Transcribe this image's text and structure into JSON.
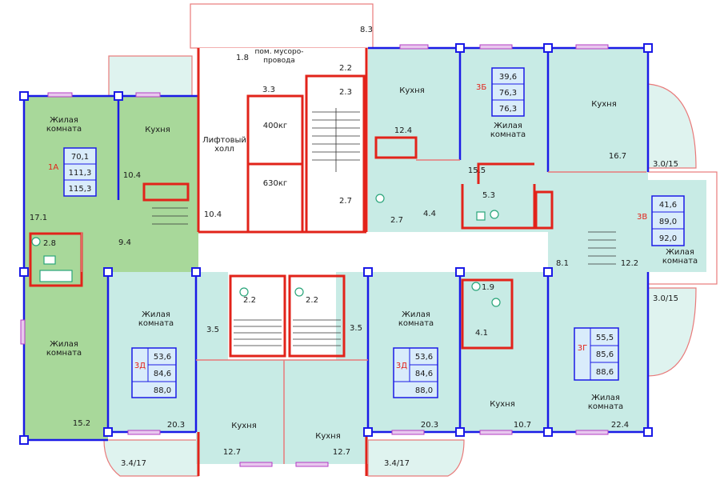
{
  "rooms": {
    "living_1a": "Жилая комната",
    "kitchen_1a": "Кухня",
    "musoroprovod": "пом. мусоро- провода",
    "lift_hall": "Лифтовый холл",
    "lift1": "400кг",
    "lift2": "630кг",
    "kitchen_top1": "Кухня",
    "living_3b": "Жилая комната",
    "kitchen_top2": "Кухня",
    "living_3v": "Жилая комната",
    "living_left_bottom": "Жилая комната",
    "living_3d_left": "Жилая комната",
    "living_3d_right": "Жилая комната",
    "kitchen_bottom1": "Кухня",
    "kitchen_bottom2": "Кухня",
    "kitchen_bottom3": "Кухня",
    "living_3g": "Жилая комната"
  },
  "areas": {
    "a8_3": "8.3",
    "a1_8": "1.8",
    "a2_2_top": "2.2",
    "a3_3": "3.3",
    "a2_3": "2.3",
    "a12_4": "12.4",
    "a16_7": "16.7",
    "a3_0_15_top": "3.0/15",
    "a10_4_left": "10.4",
    "a17_1": "17.1",
    "a10_4_hall": "10.4",
    "a2_7_stair": "2.7",
    "a15_5": "15.5",
    "a5_3": "5.3",
    "a2_7_wc": "2.7",
    "a4_4": "4.4",
    "a2_8": "2.8",
    "a9_4": "9.4",
    "a8_1": "8.1",
    "a12_2": "12.2",
    "a3_0_15_bot": "3.0/15",
    "a2_2_b1": "2.2",
    "a2_2_b2": "2.2",
    "a1_9": "1.9",
    "a3_5_left": "3.5",
    "a3_5_right": "3.5",
    "a4_1": "4.1",
    "a15_2": "15.2",
    "a20_3_left": "20.3",
    "a20_3_right": "20.3",
    "a10_7": "10.7",
    "a22_4": "22.4",
    "a12_7_1": "12.7",
    "a12_7_2": "12.7",
    "a3_4_17_left": "3.4/17",
    "a3_4_17_right": "3.4/17"
  },
  "apartments": {
    "1A": {
      "num": "1А",
      "v": [
        "70,1",
        "111,3",
        "115,3"
      ],
      "color": "#d9ecfb"
    },
    "3B": {
      "num": "3Б",
      "v": [
        "39,6",
        "76,3",
        "76,3"
      ],
      "color": "#d9ecfb"
    },
    "3V": {
      "num": "3В",
      "v": [
        "41,6",
        "89,0",
        "92,0"
      ],
      "color": "#d9ecfb"
    },
    "3D1": {
      "num": "3Д",
      "v": [
        "53,6",
        "84,6",
        "88,0"
      ],
      "color": "#d9ecfb"
    },
    "3D2": {
      "num": "3Д",
      "v": [
        "53,6",
        "84,6",
        "88,0"
      ],
      "color": "#d9ecfb"
    },
    "3G": {
      "num": "3Г",
      "v": [
        "55,5",
        "85,6",
        "88,6"
      ],
      "color": "#d9ecfb"
    }
  },
  "colors": {
    "teal_room": "#c8ebe5",
    "green_room": "#a8d89a",
    "wall_blue": "#1a1ae6",
    "wall_red": "#e2231a",
    "outline_pink": "#e87a7a",
    "balcony_fill": "#dff3ef",
    "corridor": "#ffffff"
  }
}
